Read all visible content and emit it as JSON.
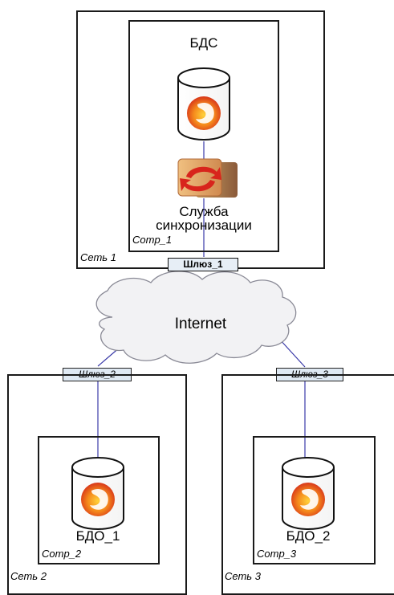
{
  "nets": {
    "net1": "Сеть 1",
    "net2": "Сеть 2",
    "net3": "Сеть 3"
  },
  "computers": {
    "comp1": "Comp_1",
    "comp2": "Comp_2",
    "comp3": "Comp_3"
  },
  "databases": {
    "main": "БДС",
    "db1": "БДО_1",
    "db2": "БДО_2"
  },
  "service": {
    "line1": "Служба",
    "line2": "синхронизации"
  },
  "gateways": {
    "gw1": "Шлюз_1",
    "gw2": "Шлюз_2",
    "gw3": "Шлюз_3"
  },
  "cloud": "Internet",
  "colors": {
    "link": "#3a3aa8",
    "gateway_fill": "#dfe9f3",
    "cloud_fill": "#f2f2f4",
    "firebird_orange": "#e8541c"
  }
}
